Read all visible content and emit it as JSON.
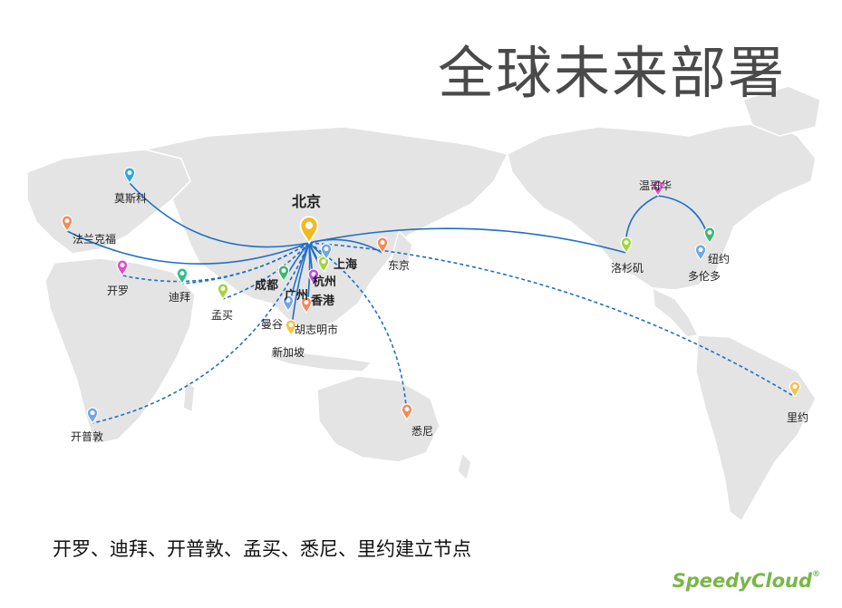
{
  "title": "全球未来部署",
  "footer": "开罗、迪拜、开普敦、孟买、悉尼、里约建立节点",
  "logo": {
    "text": "SpeedyCloud",
    "mark": "®"
  },
  "colors": {
    "route": "#1f6fc8",
    "land": "#e4e4e4",
    "hub": "#f6b820"
  },
  "hub": {
    "name": "北京"
  },
  "cities": [
    {
      "name": "莫斯科",
      "pin": "#2aa8e0"
    },
    {
      "name": "法兰克福",
      "pin": "#f28a5a"
    },
    {
      "name": "开罗",
      "pin": "#e04ec8"
    },
    {
      "name": "迪拜",
      "pin": "#2cc08a"
    },
    {
      "name": "孟买",
      "pin": "#a6d43a"
    },
    {
      "name": "成都",
      "pin": "#3ab86e"
    },
    {
      "name": "广州",
      "pin": "#a6d43a"
    },
    {
      "name": "杭州",
      "pin": "#a6d43a"
    },
    {
      "name": "上海",
      "pin": "#6fa7e8"
    },
    {
      "name": "香港",
      "pin": "#c24ee0"
    },
    {
      "name": "曼谷",
      "pin": "#6fa7e8"
    },
    {
      "name": "胡志明市",
      "pin": "#f28a5a"
    },
    {
      "name": "新加坡",
      "pin": "#f6c24a"
    },
    {
      "name": "东京",
      "pin": "#f28a5a"
    },
    {
      "name": "悉尼",
      "pin": "#f28a5a"
    },
    {
      "name": "开普敦",
      "pin": "#6fa7e8"
    },
    {
      "name": "洛杉矶",
      "pin": "#a6d43a"
    },
    {
      "name": "温哥华",
      "pin": "#e04ec8"
    },
    {
      "name": "纽约",
      "pin": "#3ab86e"
    },
    {
      "name": "多伦多",
      "pin": "#6fa7e8"
    },
    {
      "name": "里约",
      "pin": "#f6c24a"
    }
  ]
}
